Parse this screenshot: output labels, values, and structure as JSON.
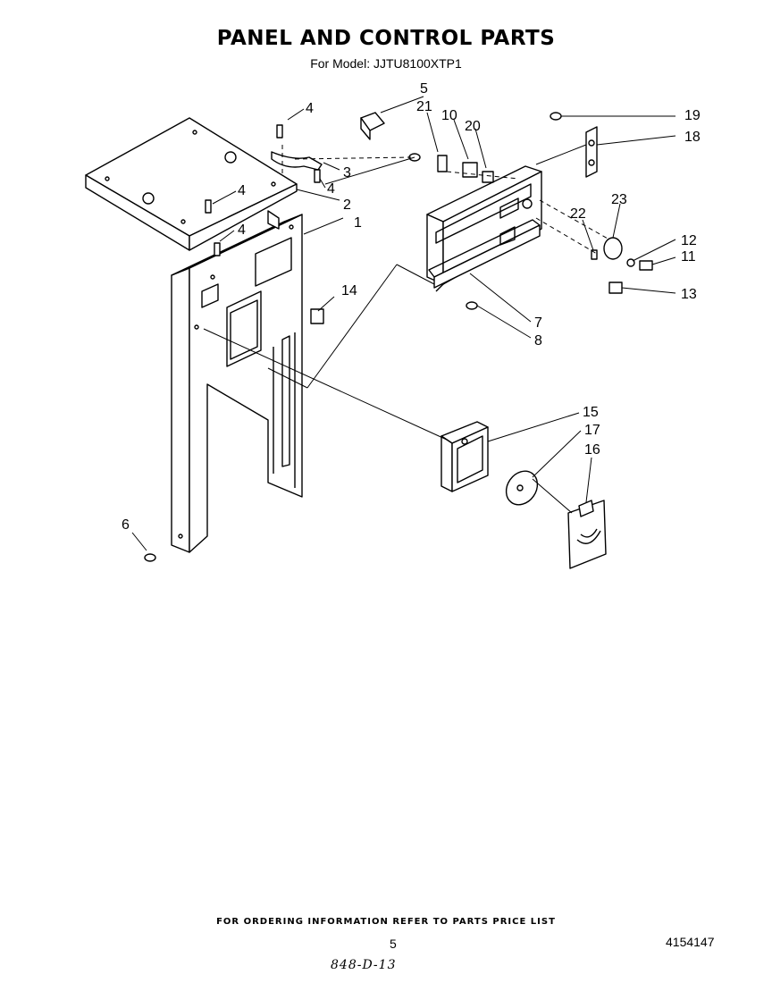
{
  "title": "PANEL AND CONTROL PARTS",
  "subtitle": "For Model: JJTU8100XTP1",
  "callouts": [
    "1",
    "2",
    "3",
    "4",
    "4",
    "4",
    "4",
    "5",
    "6",
    "7",
    "8",
    "10",
    "11",
    "12",
    "13",
    "14",
    "15",
    "16",
    "17",
    "18",
    "19",
    "20",
    "21",
    "22",
    "23"
  ],
  "footer": "FOR ORDERING INFORMATION REFER TO PARTS PRICE LIST",
  "page_number": "5",
  "document_number": "4154147",
  "handwritten_note": "848-D-13"
}
